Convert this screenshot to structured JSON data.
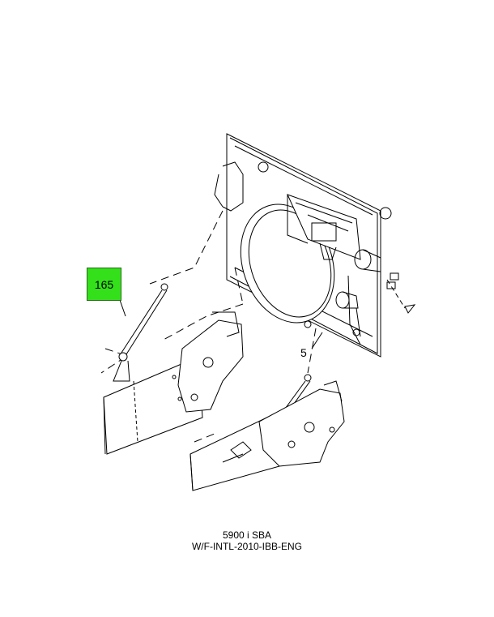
{
  "callouts": {
    "highlighted": "165",
    "part_5": "5"
  },
  "caption": {
    "model": "5900 i SBA",
    "reference": "W/F-INTL-2010-IBB-ENG"
  },
  "colors": {
    "highlight": "#33e01a",
    "line": "#000000"
  }
}
